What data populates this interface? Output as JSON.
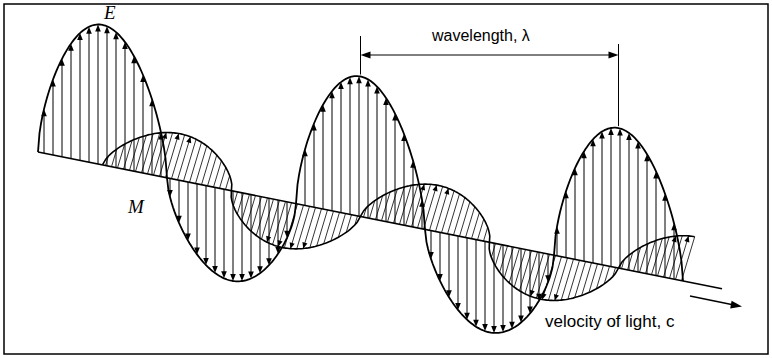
{
  "diagram": {
    "labels": [
      "E",
      "M",
      "wavelength, λ",
      "velocity of light, c"
    ]
  }
}
